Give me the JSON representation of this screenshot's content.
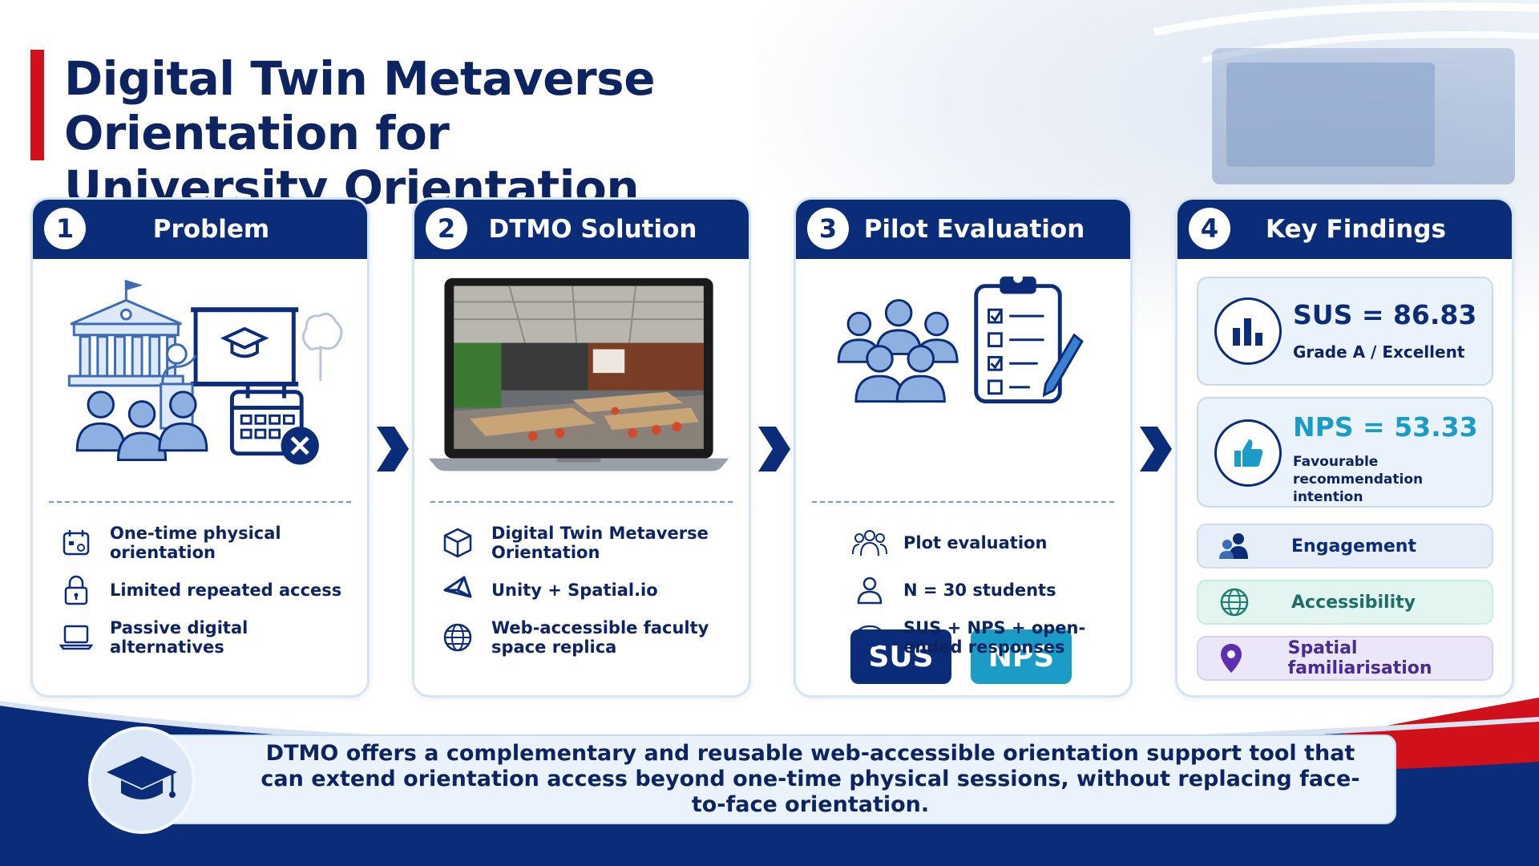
{
  "title": {
    "line1": "Digital Twin Metaverse Orientation for",
    "line2": "University Orientation"
  },
  "colors": {
    "navy": "#0b2c78",
    "red_accent": "#d0101b",
    "teal": "#1a9cc7",
    "light_blue": "#eaf2fb"
  },
  "panels": [
    {
      "number": "1",
      "title": "Problem",
      "illustration": "university-lecture-calendar-cancel-icon",
      "items": [
        {
          "icon": "calendar-icon",
          "text": "One-time physical orientation"
        },
        {
          "icon": "lock-icon",
          "text": "Limited repeated access"
        },
        {
          "icon": "laptop-icon",
          "text": "Passive digital alternatives"
        }
      ]
    },
    {
      "number": "2",
      "title": "DTMO Solution",
      "illustration": "laptop-virtual-classroom-image",
      "items": [
        {
          "icon": "cube-icon",
          "text": "Digital Twin Metaverse Orientation"
        },
        {
          "icon": "unity-icon",
          "text": "Unity + Spatial.io"
        },
        {
          "icon": "globe-icon",
          "text": "Web-accessible faculty space replica"
        }
      ]
    },
    {
      "number": "3",
      "title": "Pilot Evaluation",
      "illustration": "group-clipboard-icon",
      "tags": [
        "SUS",
        "NPS"
      ],
      "items": [
        {
          "icon": "people-icon",
          "text": "Plot evaluation"
        },
        {
          "icon": "person-icon",
          "text": "N = 30 students"
        },
        {
          "icon": "chat-bubble-icon",
          "text": "SUS + NPS + open-ended responses"
        }
      ]
    },
    {
      "number": "4",
      "title": "Key Findings",
      "findings": [
        {
          "icon": "bar-chart-icon",
          "value": "SUS = 86.83",
          "label": "Grade A / Excellent"
        },
        {
          "icon": "thumbs-up-icon",
          "value": "NPS = 53.33",
          "label": "Favourable recommendation intention"
        }
      ],
      "pills": [
        {
          "icon": "engagement-icon",
          "text": "Engagement"
        },
        {
          "icon": "globe-icon",
          "text": "Accessibility"
        },
        {
          "icon": "location-pin-icon",
          "text": "Spatial familiarisation"
        }
      ]
    }
  ],
  "banner": {
    "icon": "graduation-cap-icon",
    "text": "DTMO offers a complementary and reusable web-accessible orientation support tool that can extend orientation access beyond one-time physical sessions, without replacing face-to-face orientation."
  }
}
